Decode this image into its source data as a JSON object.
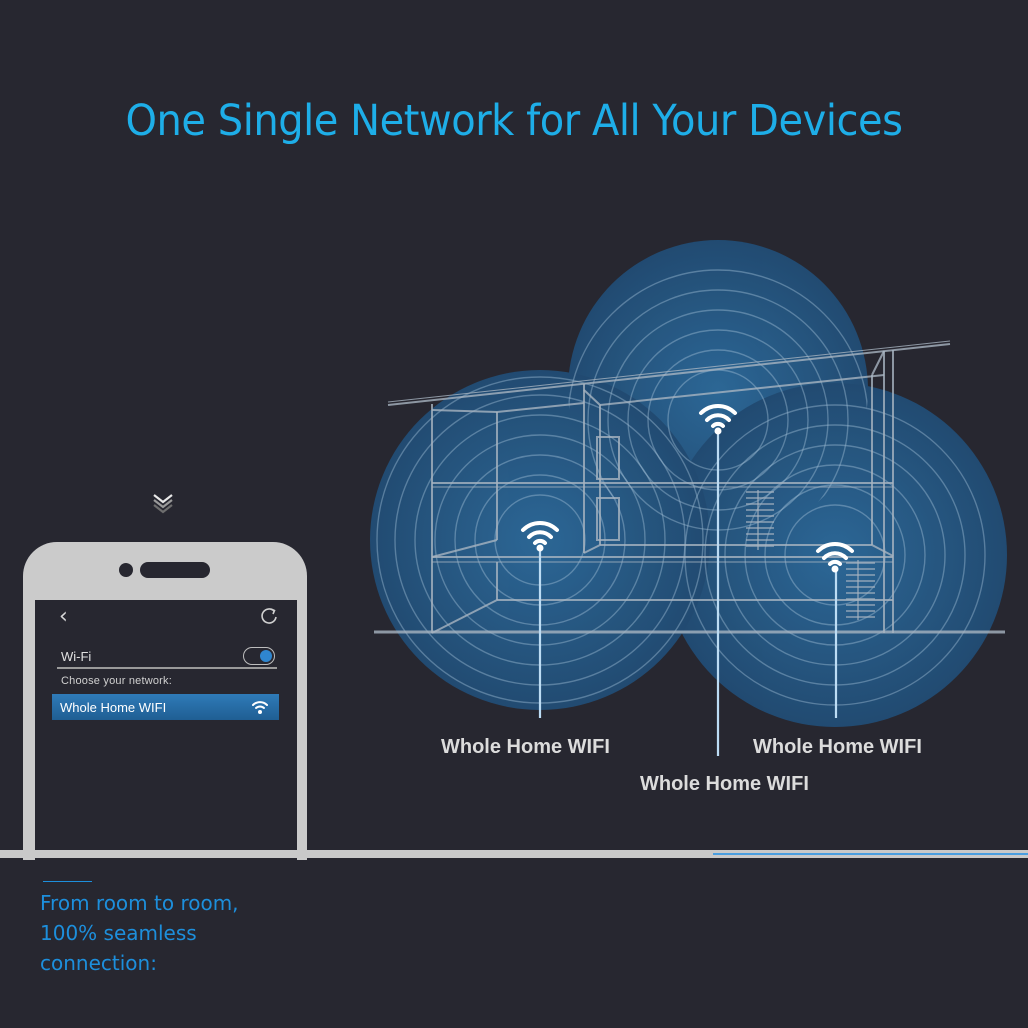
{
  "header": {
    "title": "One Single Network for All Your Devices"
  },
  "colors": {
    "background": "#272730",
    "accent_blue": "#1eaee8",
    "coverage_blue": "#24507a",
    "caption_blue": "#1d8fdc",
    "phone_body": "#cbcbcb"
  },
  "phone": {
    "icons": {
      "back": "chevron-left-icon",
      "refresh": "refresh-icon",
      "scroll_hint": "double-chevron-down-icon"
    },
    "back_glyph": "‹",
    "wifi_label": "Wi-Fi",
    "wifi_toggle_on": true,
    "choose_label": "Choose your network:",
    "selected_network": "Whole Home WIFI",
    "network_icon": "wifi-icon"
  },
  "diagram": {
    "nodes": [
      {
        "label": "Whole Home WIFI",
        "icon": "wifi-icon"
      },
      {
        "label": "Whole Home WIFI",
        "icon": "wifi-icon"
      },
      {
        "label": "Whole Home WIFI",
        "icon": "wifi-icon"
      }
    ]
  },
  "caption": {
    "lines": [
      "From room to room,",
      "100% seamless",
      "connection:"
    ]
  }
}
